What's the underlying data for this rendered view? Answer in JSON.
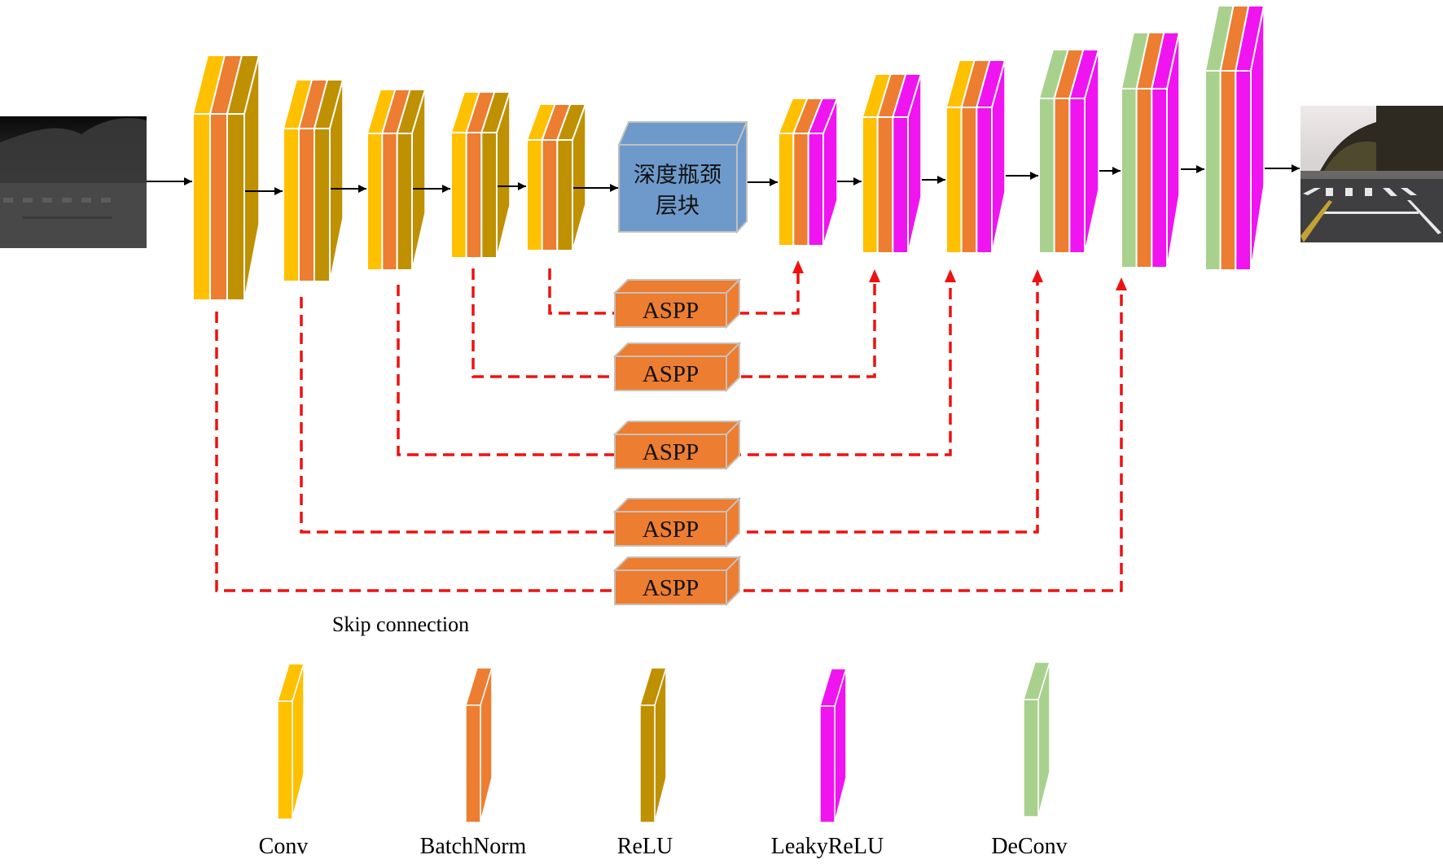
{
  "title": "Encoder-decoder depth network with ASPP skip connections",
  "colors": {
    "conv": "#FFC000",
    "batchnorm": "#ED7D31",
    "relu": "#BF9000",
    "leakyrelu": "#F014F0",
    "deconv": "#A9D18E",
    "bottleneck": "#6E9ACB",
    "aspp": "#ED7D31",
    "skip_line": "#EE1111",
    "arrow": "#000000"
  },
  "input_image": {
    "label": "input-night-road-image",
    "description": "grayscale low-light road scene with crosswalk"
  },
  "output_image": {
    "label": "output-enhanced-road-image",
    "description": "color daylight road scene with crosswalk"
  },
  "encoder_blocks": [
    {
      "layers": [
        "conv",
        "batchnorm",
        "relu"
      ]
    },
    {
      "layers": [
        "conv",
        "batchnorm",
        "relu"
      ]
    },
    {
      "layers": [
        "conv",
        "batchnorm",
        "relu"
      ]
    },
    {
      "layers": [
        "conv",
        "batchnorm",
        "relu"
      ]
    },
    {
      "layers": [
        "conv",
        "batchnorm",
        "relu"
      ]
    }
  ],
  "bottleneck": {
    "line1": "深度瓶颈",
    "line2": "层块"
  },
  "decoder_blocks": [
    {
      "layers": [
        "conv",
        "batchnorm",
        "leakyrelu"
      ]
    },
    {
      "layers": [
        "conv",
        "batchnorm",
        "leakyrelu"
      ]
    },
    {
      "layers": [
        "conv",
        "batchnorm",
        "leakyrelu"
      ]
    },
    {
      "layers": [
        "deconv",
        "batchnorm",
        "leakyrelu"
      ]
    },
    {
      "layers": [
        "deconv",
        "batchnorm",
        "leakyrelu"
      ]
    },
    {
      "layers": [
        "deconv",
        "batchnorm",
        "leakyrelu"
      ]
    }
  ],
  "aspp_modules": [
    {
      "label": "ASPP",
      "from_encoder": 5,
      "to_decoder": 1
    },
    {
      "label": "ASPP",
      "from_encoder": 4,
      "to_decoder": 2
    },
    {
      "label": "ASPP",
      "from_encoder": 3,
      "to_decoder": 3
    },
    {
      "label": "ASPP",
      "from_encoder": 2,
      "to_decoder": 4
    },
    {
      "label": "ASPP",
      "from_encoder": 1,
      "to_decoder": 5
    }
  ],
  "skip_connection_label": "Skip connection",
  "legend": [
    {
      "key": "conv",
      "label": "Conv"
    },
    {
      "key": "batchnorm",
      "label": "BatchNorm"
    },
    {
      "key": "relu",
      "label": "ReLU"
    },
    {
      "key": "leakyrelu",
      "label": "LeakyReLU"
    },
    {
      "key": "deconv",
      "label": "DeConv"
    }
  ]
}
